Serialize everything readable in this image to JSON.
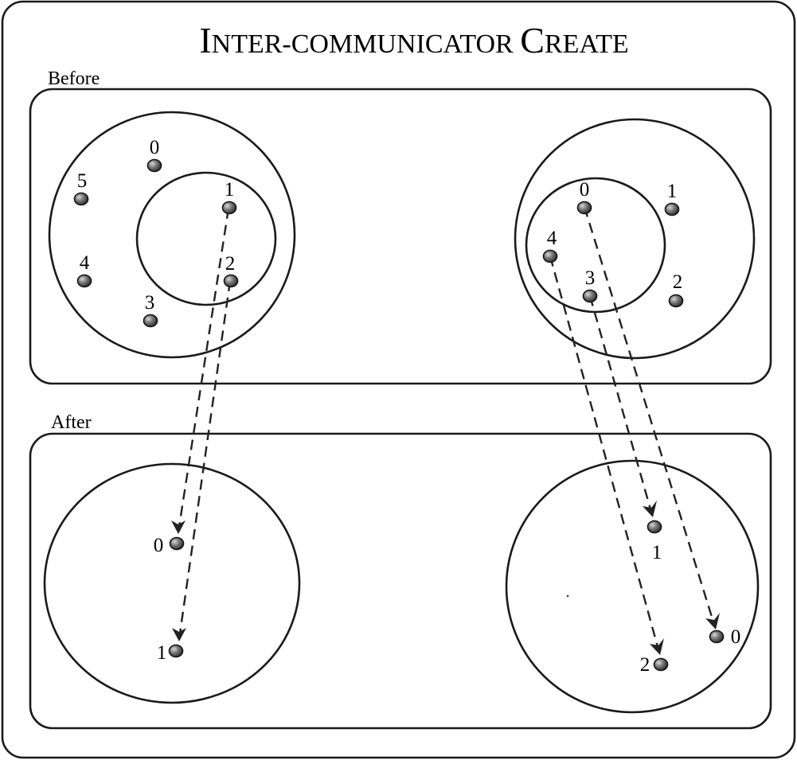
{
  "title": {
    "part1_cap": "I",
    "part1_rest": "NTER-COMMUNICATOR ",
    "part2_cap": "C",
    "part2_rest": "REATE"
  },
  "panels": {
    "before_label": "Before",
    "after_label": "After"
  },
  "before_left_group": {
    "ranks": [
      "0",
      "1",
      "2",
      "3",
      "4",
      "5"
    ],
    "local_group_ranks": [
      "1",
      "2"
    ]
  },
  "before_right_group": {
    "ranks": [
      "0",
      "1",
      "2",
      "3",
      "4"
    ],
    "local_group_ranks": [
      "0",
      "3",
      "4"
    ]
  },
  "after_left_comm": {
    "ranks": [
      "0",
      "1"
    ]
  },
  "after_right_comm": {
    "ranks": [
      "0",
      "1",
      "2"
    ]
  },
  "colors": {
    "group_fill": "#c8c8c8",
    "process_fill": "#6e6e6e",
    "stroke": "#1a1a1a"
  }
}
